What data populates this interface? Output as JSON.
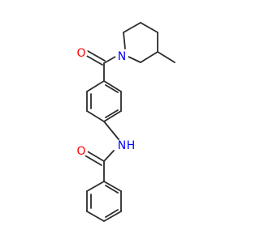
{
  "molecule": {
    "colors": {
      "bond": "#2b2b2b",
      "oxygen": "#ff0000",
      "nitrogen": "#0000ff",
      "background": "#ffffff"
    },
    "atoms": {
      "o_top": "O",
      "n_piperidine": "N",
      "n_amide": "N",
      "h_amide": "H",
      "o_amide": "O"
    }
  }
}
